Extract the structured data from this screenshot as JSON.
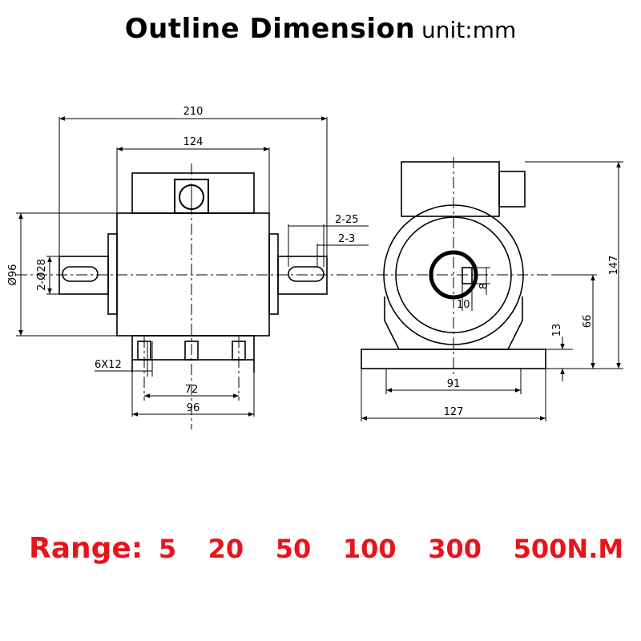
{
  "header": {
    "title": "Outline Dimension",
    "unit": "unit:mm"
  },
  "front_view": {
    "dims": {
      "overall_length": "210",
      "body_length": "124",
      "shaft_diameter": "Ø96",
      "shaft_key": "2-Ø28",
      "keyway_length": "2-25",
      "keyway_offset": "2-3",
      "mount_holes": "6X12",
      "hole_spacing": "72",
      "base_width": "96"
    }
  },
  "side_view": {
    "dims": {
      "key_width": "10",
      "key_depth": "8",
      "overall_height": "147",
      "center_height": "66",
      "base_thickness": "13",
      "hole_spacing": "91",
      "base_length": "127"
    }
  },
  "range": {
    "label": "Range:",
    "values": [
      "5",
      "20",
      "50",
      "100",
      "300",
      "500N.M"
    ]
  },
  "colors": {
    "range_text": "#e8141b",
    "line": "#000000"
  }
}
